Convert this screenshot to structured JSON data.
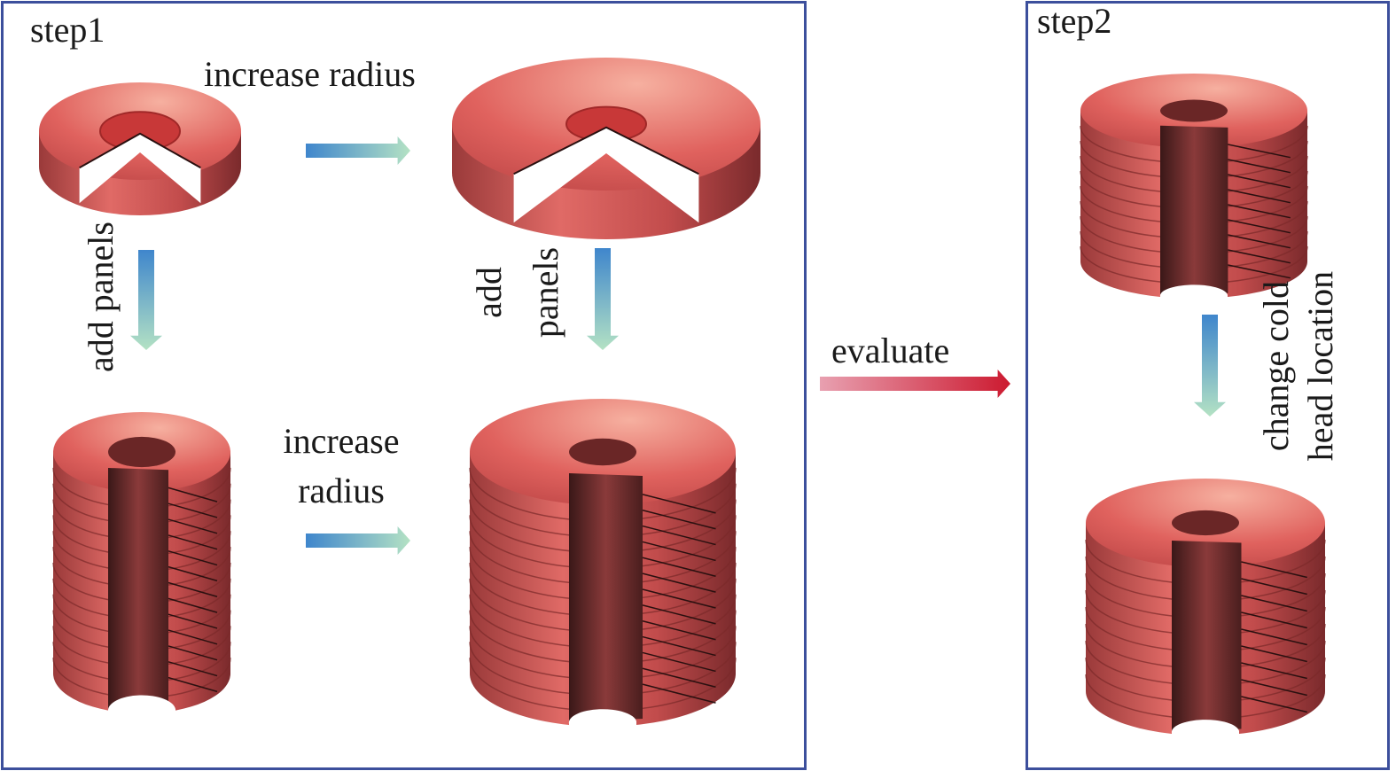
{
  "step1": {
    "title": "step1",
    "increase_radius_top": "increase radius",
    "add_panels_left": "add panels",
    "add_panels_right": [
      "add",
      "panels"
    ],
    "increase_radius_bottom": [
      "increase",
      "radius"
    ]
  },
  "evaluate": "evaluate",
  "step2": {
    "title": "step2",
    "change_label": [
      "change cold",
      "head location"
    ]
  },
  "colors": {
    "border": "#3c4f9c",
    "arrow_blue": "#4a8fd0",
    "arrow_green": "#a8dcc0",
    "arrow_red": "#d0203a",
    "body": "#c8504f"
  }
}
